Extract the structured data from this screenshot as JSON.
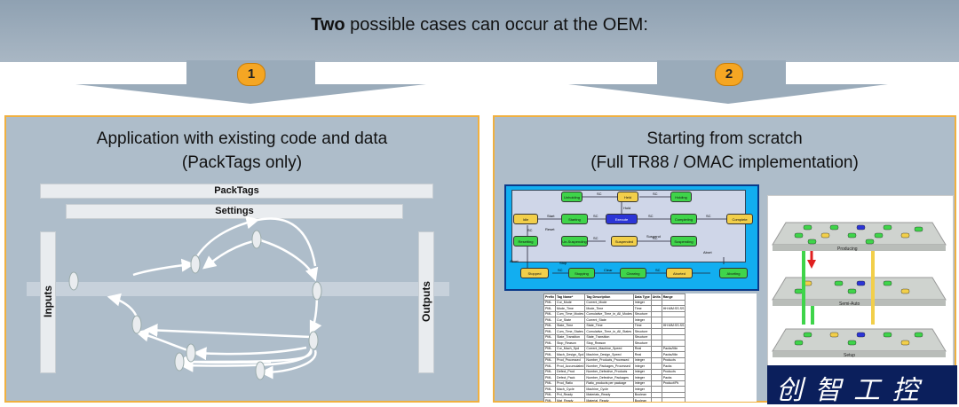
{
  "banner": {
    "bold": "Two",
    "rest": " possible cases can occur at the OEM:"
  },
  "cases": [
    {
      "number": "1",
      "title_line1": "Application with existing code and data",
      "title_line2": "(PackTags only)"
    },
    {
      "number": "2",
      "title_line1": "Starting from scratch",
      "title_line2": "(Full TR88 / OMAC implementation)"
    }
  ],
  "left_diagram": {
    "packtags": "PackTags",
    "settings": "Settings",
    "inputs": "Inputs",
    "outputs": "Outputs"
  },
  "state_model": {
    "states": [
      "Unholding",
      "Held",
      "Holding",
      "Idle",
      "Starting",
      "Execute",
      "Completing",
      "Complete",
      "Resetting",
      "Un-Suspending",
      "Suspended",
      "Suspending",
      "Stopped",
      "Stopping",
      "Clearing",
      "Aborted",
      "Aborting"
    ],
    "transitions": [
      "SC",
      "SC",
      "SC",
      "Start",
      "SC",
      "SC",
      "SC",
      "Hold",
      "Reset",
      "Un-Suspend",
      "Suspend",
      "SC",
      "SC",
      "Stop",
      "Clear",
      "Abort",
      "Abort",
      "SC",
      "SC"
    ]
  },
  "tag_table": {
    "headers": [
      "Prefix",
      "Tag Name*",
      "Tag Description",
      "Data Type",
      "Units",
      "Range"
    ],
    "rows": [
      [
        "PML",
        "Cur_Mode",
        "Current_Mode",
        "Integer",
        "",
        ""
      ],
      [
        "PML",
        "Mode_Time",
        "Mode_Time",
        "Time",
        "",
        "HH:MM:SS.SS"
      ],
      [
        "PML",
        "Cum_Time_Modes",
        "Cumulative_Time_in_All_Modes",
        "Structure",
        "",
        ""
      ],
      [
        "PML",
        "Cur_State",
        "Current_State",
        "Integer",
        "",
        ""
      ],
      [
        "PML",
        "State_Time",
        "State_Time",
        "Time",
        "",
        "HH:MM:SS.SS"
      ],
      [
        "PML",
        "Cum_Time_States",
        "Cumulative_Time_in_All_States",
        "Structure",
        "",
        ""
      ],
      [
        "PML",
        "State_Transition",
        "State_Transition",
        "Structure",
        "",
        ""
      ],
      [
        "PML",
        "Stop_Reason",
        "Stop_Reason",
        "Structure",
        "",
        ""
      ],
      [
        "PML",
        "Cur_Mach_Spd",
        "Current_Machine_Speed",
        "Real",
        "",
        "Packs/Min"
      ],
      [
        "PML",
        "Mach_Design_Spd",
        "Machine_Design_Speed",
        "Real",
        "",
        "Packs/Min"
      ],
      [
        "PML",
        "Prod_Processed",
        "Number_Products_Processed",
        "Integer",
        "",
        "Products"
      ],
      [
        "PML",
        "Prod_Accumulated",
        "Number_Packages_Processed",
        "Integer",
        "",
        "Packs"
      ],
      [
        "PML",
        "Defect_Prod",
        "Number_Defective_Products",
        "Integer",
        "",
        "Products"
      ],
      [
        "PML",
        "Defect_Pack",
        "Number_Defective_Packages",
        "Integer",
        "",
        "Packs"
      ],
      [
        "PML",
        "Prod_Ratio",
        "Ratio_products per package",
        "Integer",
        "",
        "Product/Pk"
      ],
      [
        "PML",
        "Mach_Cycle",
        "Machine_Cycle",
        "Integer",
        "",
        ""
      ],
      [
        "PML",
        "Prd_Ready",
        "Materials_Ready",
        "Boolean",
        "",
        ""
      ],
      [
        "PML",
        "Mat_Ready",
        "Material_Ready",
        "Boolean",
        "",
        ""
      ]
    ]
  },
  "levels": [
    "Producing",
    "Semi-Auto",
    "Setup"
  ],
  "logo": "创 智 工 控",
  "colors": {
    "badge": "#f5a623",
    "panel": "#aebdca",
    "panel_border": "#f0b040",
    "banner": "#9aabba"
  }
}
